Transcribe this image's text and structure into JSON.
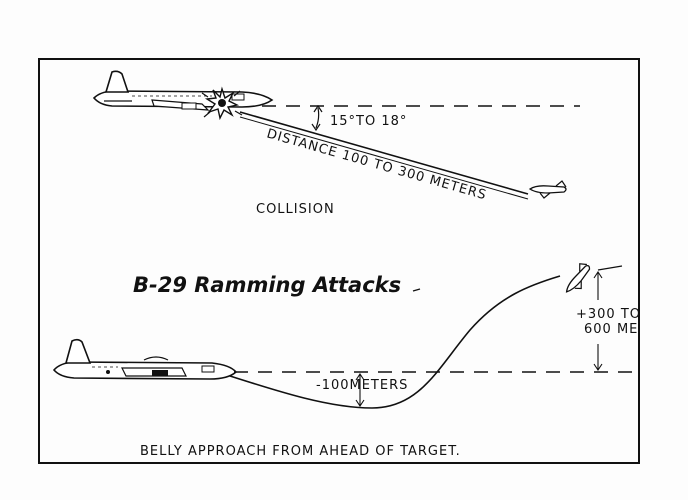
{
  "title": "B-29 Ramming Attacks",
  "collision": {
    "angle_label": "15°TO 18°",
    "distance_label": "DISTANCE 100 TO 300 METERS",
    "caption": "COLLISION"
  },
  "belly": {
    "depth_label": "-100METERS",
    "height_label_line1": "+300 TO",
    "height_label_line2": "600 ME",
    "caption": "BELLY APPROACH FROM AHEAD OF TARGET."
  },
  "icons": [
    "b29-bomber-icon",
    "fighter-plane-icon",
    "explosion-icon",
    "arrowhead-icon"
  ],
  "colors": {
    "ink": "#111111",
    "paper": "#fdfdfd"
  }
}
